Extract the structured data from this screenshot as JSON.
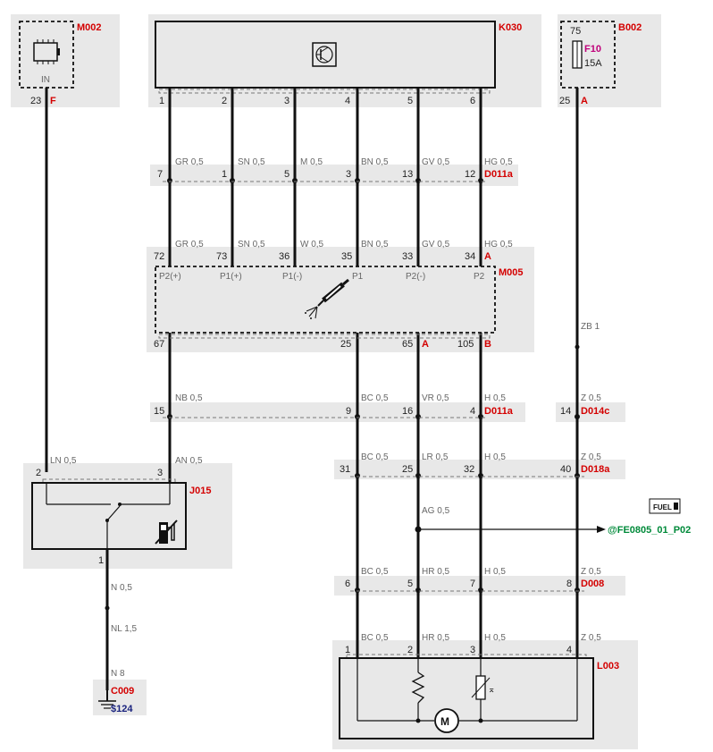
{
  "components": {
    "m002": {
      "id": "M002",
      "in_label": "IN",
      "pin": "23",
      "conn": "F"
    },
    "k030": {
      "id": "K030",
      "pins": [
        "1",
        "2",
        "3",
        "4",
        "5",
        "6"
      ]
    },
    "b002": {
      "id": "B002",
      "pin_top": "75",
      "fuse_id": "F10",
      "fuse_rating": "15A",
      "pin": "25",
      "conn": "A"
    },
    "d011a_top": {
      "id": "D011a",
      "pins": [
        "7",
        "1",
        "5",
        "3",
        "13",
        "12"
      ],
      "wires": [
        "GR 0,5",
        "SN 0,5",
        "M 0,5",
        "BN 0,5",
        "GV 0,5",
        "HG 0,5"
      ]
    },
    "m005": {
      "id": "M005",
      "top_pins": [
        "72",
        "73",
        "36",
        "35",
        "33",
        "34"
      ],
      "top_wires": [
        "GR 0,5",
        "SN 0,5",
        "W 0,5",
        "BN 0,5",
        "GV 0,5",
        "HG 0,5"
      ],
      "top_conn": "A",
      "inner_labels": [
        "P2(+)",
        "P1(+)",
        "P1(-)",
        "P1",
        "P2(-)",
        "P2"
      ],
      "bottom_pins": [
        "67",
        "25",
        "65",
        "105"
      ],
      "bottom_conn_a": "A",
      "bottom_conn_b": "B"
    },
    "zb_label": "ZB 1",
    "d011a_bottom": {
      "id": "D011a",
      "pins": [
        "15",
        "9",
        "16",
        "4"
      ],
      "wires": [
        "NB 0,5",
        "BC 0,5",
        "VR 0,5",
        "H 0,5"
      ]
    },
    "d014c": {
      "id": "D014c",
      "pin": "14",
      "wire": "Z 0,5"
    },
    "j015": {
      "id": "J015",
      "pins": [
        "2",
        "3",
        "1"
      ],
      "wires_in": [
        "LN 0,5",
        "AN 0,5"
      ]
    },
    "d018a": {
      "id": "D018a",
      "pins": [
        "31",
        "25",
        "32",
        "40"
      ],
      "wires": [
        "BC 0,5",
        "LR 0,5",
        "H 0,5",
        "Z 0,5"
      ]
    },
    "link": {
      "wire": "AG 0,5",
      "badge": "FUEL",
      "ref": "@FE0805_01_P02"
    },
    "d008": {
      "id": "D008",
      "pins": [
        "6",
        "5",
        "7",
        "8"
      ],
      "wires": [
        "BC 0,5",
        "HR 0,5",
        "H 0,5",
        "Z 0,5"
      ]
    },
    "ground": {
      "wires": [
        "N 0,5",
        "NL 1,5",
        "N 8"
      ],
      "id": "C009",
      "ref": "$124"
    },
    "l003": {
      "id": "L003",
      "pins": [
        "1",
        "2",
        "3",
        "4"
      ],
      "wires": [
        "BC 0,5",
        "HR 0,5",
        "H 0,5",
        "Z 0,5"
      ]
    }
  },
  "colors": {
    "component_id": "#d40000",
    "fuse_id": "#c0007a",
    "ref_blue": "#1a237e",
    "ref_green": "#008a3a",
    "shade": "#e8e8e8"
  }
}
